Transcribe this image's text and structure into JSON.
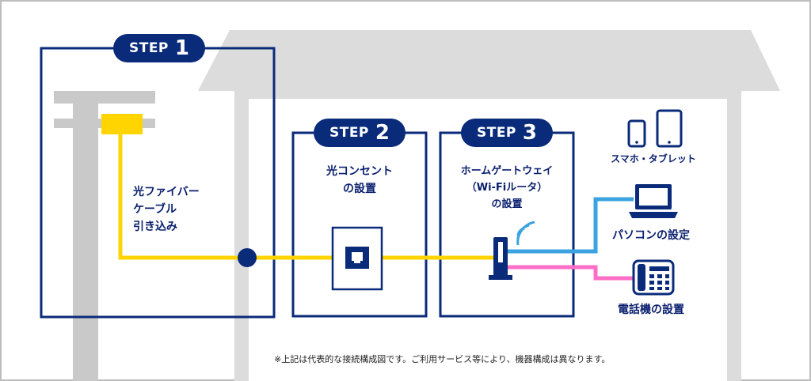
{
  "steps": [
    {
      "word": "STEP",
      "num": "1"
    },
    {
      "word": "STEP",
      "num": "2"
    },
    {
      "word": "STEP",
      "num": "3"
    }
  ],
  "labels": {
    "fiber": [
      "光ファイバー",
      "ケーブル",
      "引き込み"
    ],
    "outlet": [
      "光コンセント",
      "の設置"
    ],
    "gateway": [
      "ホームゲートウェイ",
      "（Wi-Fiルータ）",
      "の設置"
    ],
    "smartphone": "スマホ・タブレット",
    "pc": "パソコンの設定",
    "phone": "電話機の設置"
  },
  "footnote": "※上記は代表的な接続構成図です。ご利用サービス等により、機器構成は異なります。",
  "colors": {
    "navy": "#0a2a7a",
    "fiber_yellow": "#ffd400",
    "lan_blue": "#3aa3e0",
    "tel_pink": "#ff6ec7",
    "house_gray": "#dcdcdc"
  },
  "icons": [
    "smartphone-icon",
    "tablet-icon",
    "laptop-icon",
    "telephone-icon",
    "wifi-icon",
    "router-icon",
    "outlet-icon",
    "pole-icon"
  ]
}
